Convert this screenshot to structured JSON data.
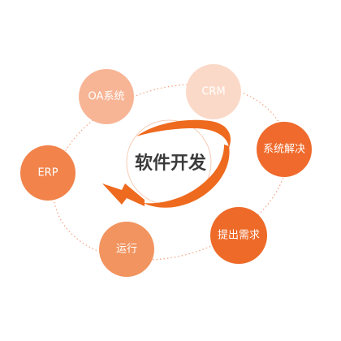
{
  "center": {
    "label": "软件开发",
    "arrow_color": "#ee6a1f"
  },
  "nodes": [
    {
      "id": "oa",
      "label": "OA系统",
      "color": "#f7b596"
    },
    {
      "id": "crm",
      "label": "CRM",
      "color": "#fbd9c8"
    },
    {
      "id": "solution",
      "label": "系统解决",
      "color": "#ef6a2c"
    },
    {
      "id": "requirement",
      "label": "提出需求",
      "color": "#ee6a28"
    },
    {
      "id": "operation",
      "label": "运行",
      "color": "#f2945f"
    },
    {
      "id": "erp",
      "label": "ERP",
      "color": "#f1834b"
    }
  ],
  "ring": {
    "color": "#f29268"
  }
}
